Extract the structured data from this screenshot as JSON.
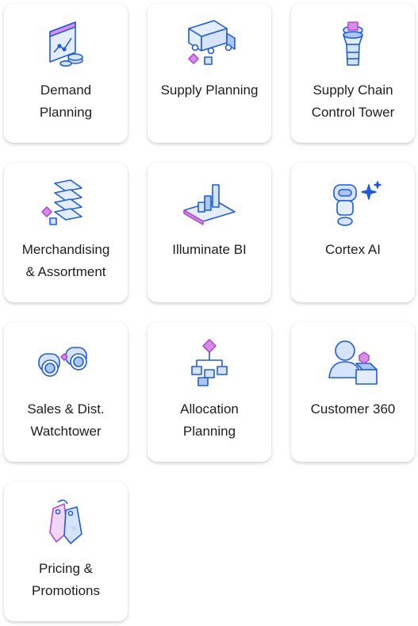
{
  "cards": [
    {
      "label": "Demand\nPlanning",
      "icon": "demand-chart-icon"
    },
    {
      "label": "Supply Planning",
      "icon": "truck-icon"
    },
    {
      "label": "Supply Chain\nControl Tower",
      "icon": "control-tower-icon"
    },
    {
      "label": "Merchandising\n& Assortment",
      "icon": "stacked-layers-icon"
    },
    {
      "label": "Illuminate BI",
      "icon": "bar-chart-icon"
    },
    {
      "label": "Cortex AI",
      "icon": "robot-sparkle-icon"
    },
    {
      "label": "Sales & Dist.\nWatchtower",
      "icon": "binoculars-icon"
    },
    {
      "label": "Allocation\nPlanning",
      "icon": "hierarchy-icon"
    },
    {
      "label": "Customer 360",
      "icon": "customer-box-icon"
    },
    {
      "label": "Pricing &\nPromotions",
      "icon": "price-tags-icon"
    }
  ],
  "colors": {
    "outline": "#1f5cd6",
    "fill_light": "#d6e4fb",
    "fill_mid": "#a9c6f4",
    "accent_pink": "#d98ce6",
    "accent_purple": "#b04fd0"
  }
}
